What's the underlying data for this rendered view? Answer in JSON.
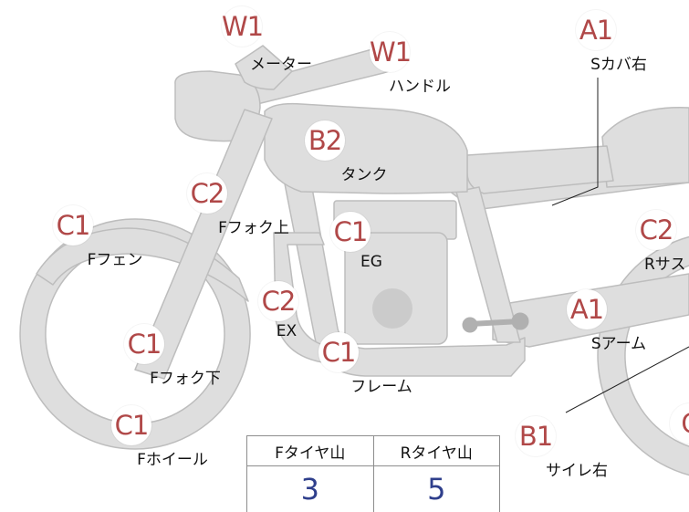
{
  "parts": [
    {
      "id": "meter",
      "grade": "W1",
      "label": "メーター"
    },
    {
      "id": "handle",
      "grade": "W1",
      "label": "ハンドル"
    },
    {
      "id": "s-cover-right",
      "grade": "A1",
      "label": "Sカバ右"
    },
    {
      "id": "tank",
      "grade": "B2",
      "label": "タンク"
    },
    {
      "id": "f-fork-upper",
      "grade": "C2",
      "label": "Fフォク上"
    },
    {
      "id": "f-fender",
      "grade": "C1",
      "label": "Fフェン"
    },
    {
      "id": "engine",
      "grade": "C1",
      "label": "EG"
    },
    {
      "id": "r-suspension",
      "grade": "C2",
      "label": "Rサス"
    },
    {
      "id": "exhaust",
      "grade": "C2",
      "label": "EX"
    },
    {
      "id": "swing-arm",
      "grade": "A1",
      "label": "Sアーム"
    },
    {
      "id": "f-fork-lower",
      "grade": "C1",
      "label": "Fフォク下"
    },
    {
      "id": "frame",
      "grade": "C1",
      "label": "フレーム"
    },
    {
      "id": "f-wheel",
      "grade": "C1",
      "label": "Fホイール"
    },
    {
      "id": "silencer-right",
      "grade": "B1",
      "label": "サイレ右"
    },
    {
      "id": "r-wheel",
      "grade": "C",
      "label": ""
    }
  ],
  "tire_table": {
    "headers": [
      "Fタイヤ山",
      "Rタイヤ山"
    ],
    "values": [
      "3",
      "5"
    ]
  },
  "colors": {
    "grade": "#b04848",
    "value": "#2f3f8c",
    "part_fill": "#dedede",
    "part_stroke": "#b9b9b9"
  }
}
